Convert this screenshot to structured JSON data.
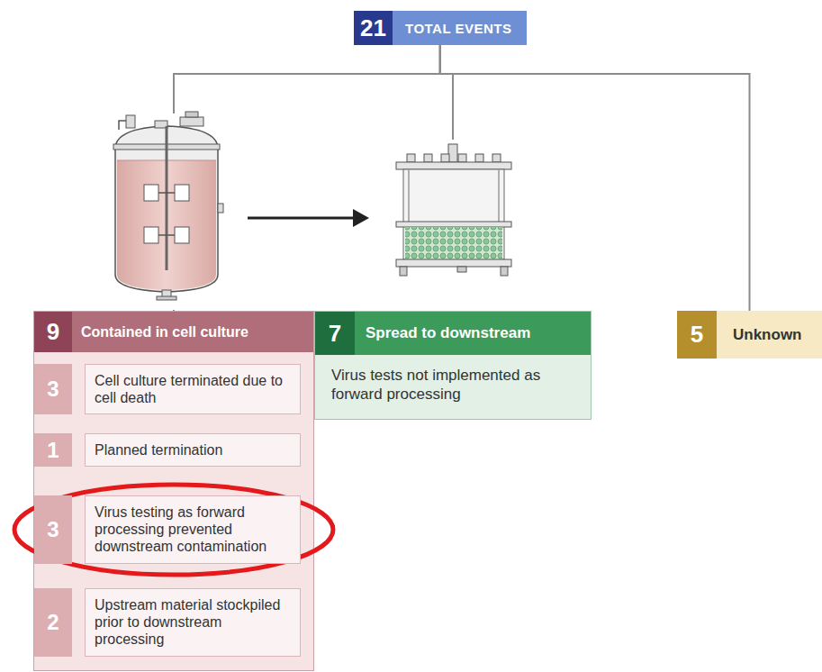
{
  "diagram": {
    "nodes": [
      {
        "text": [
          "21",
          "TOTAL EVENTS"
        ]
      },
      {
        "text": [
          "9",
          "Contained in cell culture"
        ]
      },
      {
        "text": [
          "3",
          "Cell culture terminated due to cell death"
        ],
        "in": 1
      },
      {
        "text": [
          "1",
          "Planned termination"
        ],
        "in": 1
      },
      {
        "text": [
          "3",
          "Virus testing as forward processing prevented downstream contamination"
        ],
        "in": 1
      },
      {
        "text": [
          "2",
          "Upstream material stockpiled prior to downstream processing"
        ],
        "in": 1
      },
      {
        "text": [
          "7",
          "Spread to downstream",
          "Virus tests not implemented as forward processing"
        ]
      },
      {
        "text": [
          "5",
          "Unknown"
        ]
      }
    ],
    "edges": [
      {
        "from": 0,
        "to": 1,
        "arrow": "none"
      },
      {
        "from": 0,
        "to": 6,
        "arrow": "none"
      },
      {
        "from": 0,
        "to": 7,
        "arrow": "none"
      }
    ]
  }
}
